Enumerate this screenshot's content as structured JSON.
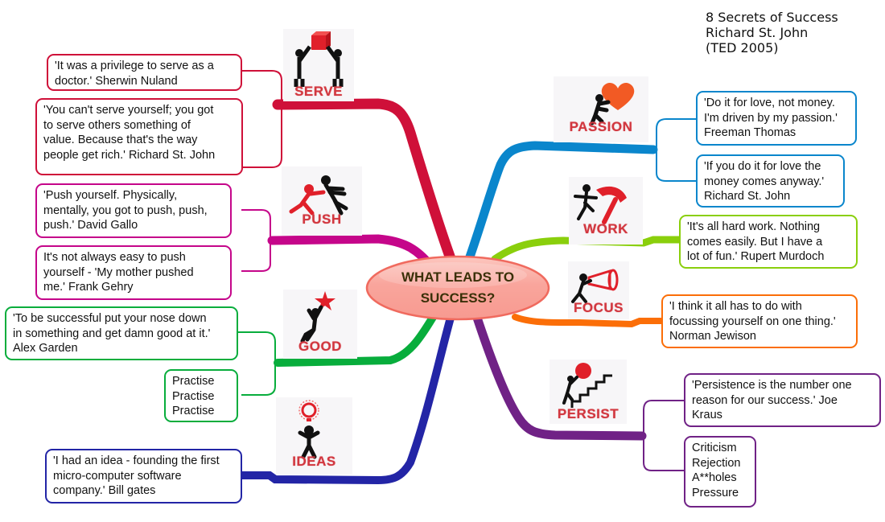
{
  "title": {
    "lines": [
      "8 Secrets of Success",
      "Richard St. John",
      "(TED 2005)"
    ]
  },
  "center": {
    "lines": [
      "WHAT LEADS TO",
      "SUCCESS?"
    ],
    "fill": "#f9a59c",
    "border": "#f06a5e"
  },
  "branches": [
    {
      "id": "serve",
      "label": "SERVE",
      "icon": "people-lifting-box-icon",
      "color": "#cf1039",
      "side": "left",
      "quotes": [
        {
          "lines": [
            "'It was a privilege to serve as a",
            "doctor.' Sherwin Nuland"
          ]
        },
        {
          "lines": [
            "'You can't serve yourself; you got",
            "to serve others something of",
            "value. Because that's the way",
            "people get rich.' Richard St. John"
          ]
        }
      ]
    },
    {
      "id": "push",
      "label": "PUSH",
      "icon": "person-pushing-icon",
      "color": "#c5068a",
      "side": "left",
      "quotes": [
        {
          "lines": [
            "'Push yourself. Physically,",
            "mentally, you got to push, push,",
            "push.' David Gallo"
          ]
        },
        {
          "lines": [
            "It's not always easy to push",
            "yourself - 'My mother pushed",
            "me.' Frank Gehry"
          ]
        }
      ]
    },
    {
      "id": "good",
      "label": "GOOD",
      "icon": "person-reaching-star-icon",
      "color": "#08ad3c",
      "side": "left",
      "quotes": [
        {
          "lines": [
            "'To be successful put your nose down",
            "in something and get damn good at it.'",
            "Alex Garden"
          ]
        },
        {
          "lines": [
            "Practise",
            "Practise",
            "Practise"
          ]
        }
      ]
    },
    {
      "id": "ideas",
      "label": "IDEAS",
      "icon": "person-lightbulb-icon",
      "color": "#2325a6",
      "side": "left",
      "quotes": [
        {
          "lines": [
            "'I had an idea - founding the first",
            "micro-computer software",
            "company.' Bill gates"
          ]
        }
      ]
    },
    {
      "id": "passion",
      "label": "PASSION",
      "icon": "person-climbing-heart-icon",
      "color": "#0a86cc",
      "side": "right",
      "quotes": [
        {
          "lines": [
            "'Do it for love, not money.",
            "I'm driven by my passion.'",
            "Freeman Thomas"
          ]
        },
        {
          "lines": [
            "'If you do it for love the",
            "money comes anyway.'",
            "Richard St. John"
          ]
        }
      ]
    },
    {
      "id": "work",
      "label": "WORK",
      "icon": "person-hammer-icon",
      "color": "#8acf0c",
      "side": "right",
      "quotes": [
        {
          "lines": [
            "'It's all hard work. Nothing",
            "comes easily. But I have a",
            "lot of fun.' Rupert Murdoch"
          ]
        }
      ]
    },
    {
      "id": "focus",
      "label": "FOCUS",
      "icon": "person-megaphone-icon",
      "color": "#fb6e08",
      "side": "right",
      "quotes": [
        {
          "lines": [
            "'I think it all has to do with",
            "focussing yourself on one thing.'",
            "Norman Jewison"
          ]
        }
      ]
    },
    {
      "id": "persist",
      "label": "PERSIST",
      "icon": "person-pushing-ball-upstairs-icon",
      "color": "#702286",
      "side": "right",
      "quotes": [
        {
          "lines": [
            "'Persistence is the number one",
            "reason for our success.' Joe",
            "Kraus"
          ]
        },
        {
          "lines": [
            "Criticism",
            "Rejection",
            "A**holes",
            "Pressure"
          ]
        }
      ]
    }
  ]
}
